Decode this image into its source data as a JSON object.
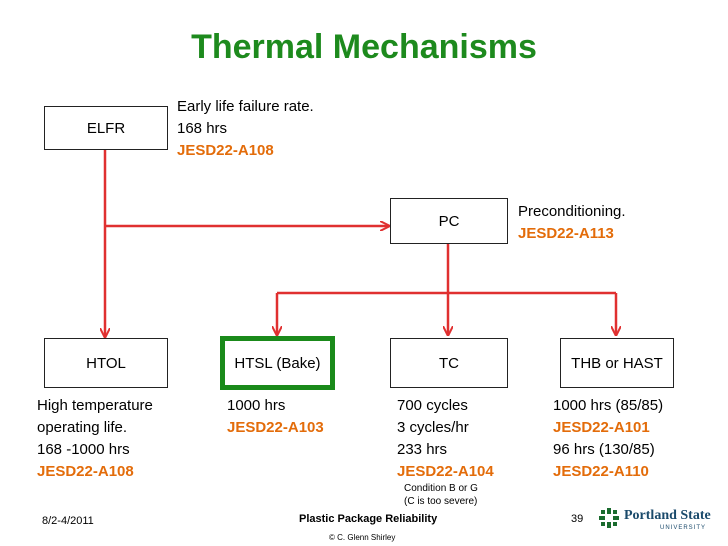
{
  "title": "Thermal Mechanisms",
  "boxes": {
    "elfr": "ELFR",
    "pc": "PC",
    "htol": "HTOL",
    "htsl": "HTSL (Bake)",
    "tc": "TC",
    "thb": "THB or HAST"
  },
  "elfr_desc": {
    "line1": "Early life failure rate.",
    "line2": "168 hrs",
    "std": "JESD22-A108"
  },
  "pc_desc": {
    "line1": "Preconditioning.",
    "std": "JESD22-A113"
  },
  "htol_desc": {
    "line1": "High temperature",
    "line2": "operating life.",
    "line3": "168 -1000 hrs",
    "std": "JESD22-A108"
  },
  "htsl_desc": {
    "line1": "1000 hrs",
    "std": "JESD22-A103"
  },
  "tc_desc": {
    "line1": "700 cycles",
    "line2": "3 cycles/hr",
    "line3": "233 hrs",
    "std": "JESD22-A104",
    "note1": "Condition B or G",
    "note2": "(C is too severe)"
  },
  "thb_desc": {
    "line1": "1000 hrs (85/85)",
    "std1": "JESD22-A101",
    "line2": "96 hrs (130/85)",
    "std2": "JESD22-A110"
  },
  "footer": {
    "date": "8/2-4/2011",
    "course": "Plastic Package Reliability",
    "copyright": "© C. Glenn Shirley",
    "page": "39",
    "logo_name": "Portland State",
    "logo_sub": "UNIVERSITY"
  },
  "colors": {
    "title": "#1d8a1d",
    "arrow": "#e03030",
    "standard": "#e36c0a",
    "highlight": "#1a8a1a"
  },
  "icons": {
    "logo": "portland-state-logo-icon"
  }
}
